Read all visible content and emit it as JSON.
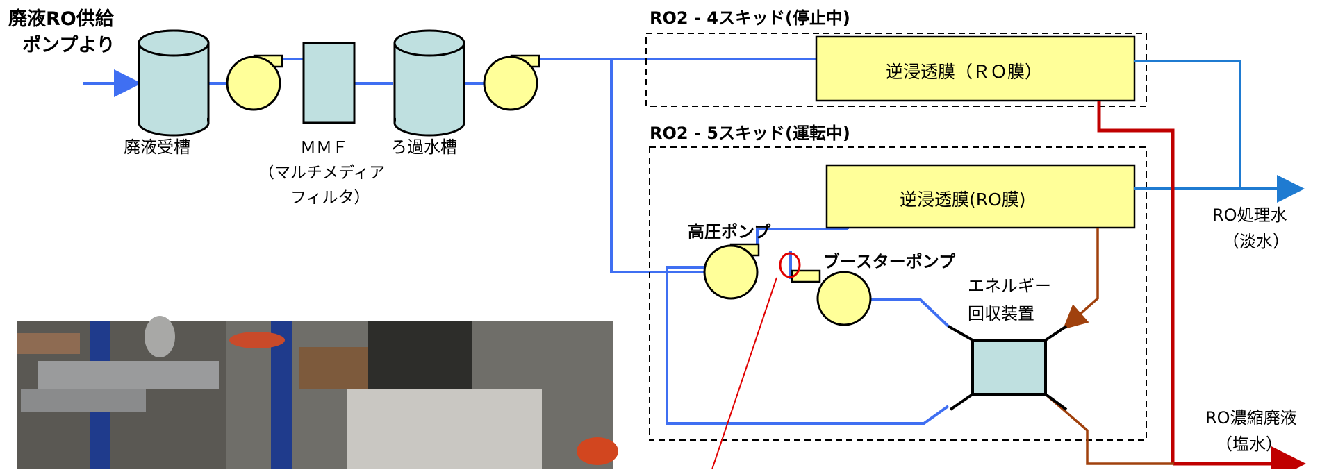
{
  "source_label": [
    "廃液RO供給",
    "ポンプより"
  ],
  "tanks": {
    "waste_receiving": "廃液受槽",
    "filtered_water": "ろ過水槽"
  },
  "mmf_label": [
    "ＭＭＦ",
    "（マルチメディア",
    "フィルタ）"
  ],
  "skid_ro2_4": {
    "title": "RO2 - 4スキッド(停止中)",
    "membrane": "逆浸透膜（ＲＯ膜）"
  },
  "skid_ro2_5": {
    "title": "RO2 - 5スキッド(運転中)",
    "membrane": "逆浸透膜(RO膜)",
    "high_pressure_pump": "高圧ポンプ",
    "booster_pump": "ブースターポンプ",
    "energy_recovery": [
      "エネルギー",
      "回収装置"
    ]
  },
  "outputs": {
    "treated_water": [
      "RO処理水",
      "（淡水）"
    ],
    "concentrate": [
      "RO濃縮廃液",
      "（塩水）"
    ]
  },
  "colors": {
    "blue_line": "#3f6ff2",
    "dark_blue_line": "#1f7bd1",
    "red_line": "#c00000",
    "brown_line": "#a0410d",
    "membrane_fill": "#ffff99",
    "tank_fill": "#bfe0e0",
    "pump_fill": "#ffff99",
    "highlight_red": "#e00000"
  }
}
